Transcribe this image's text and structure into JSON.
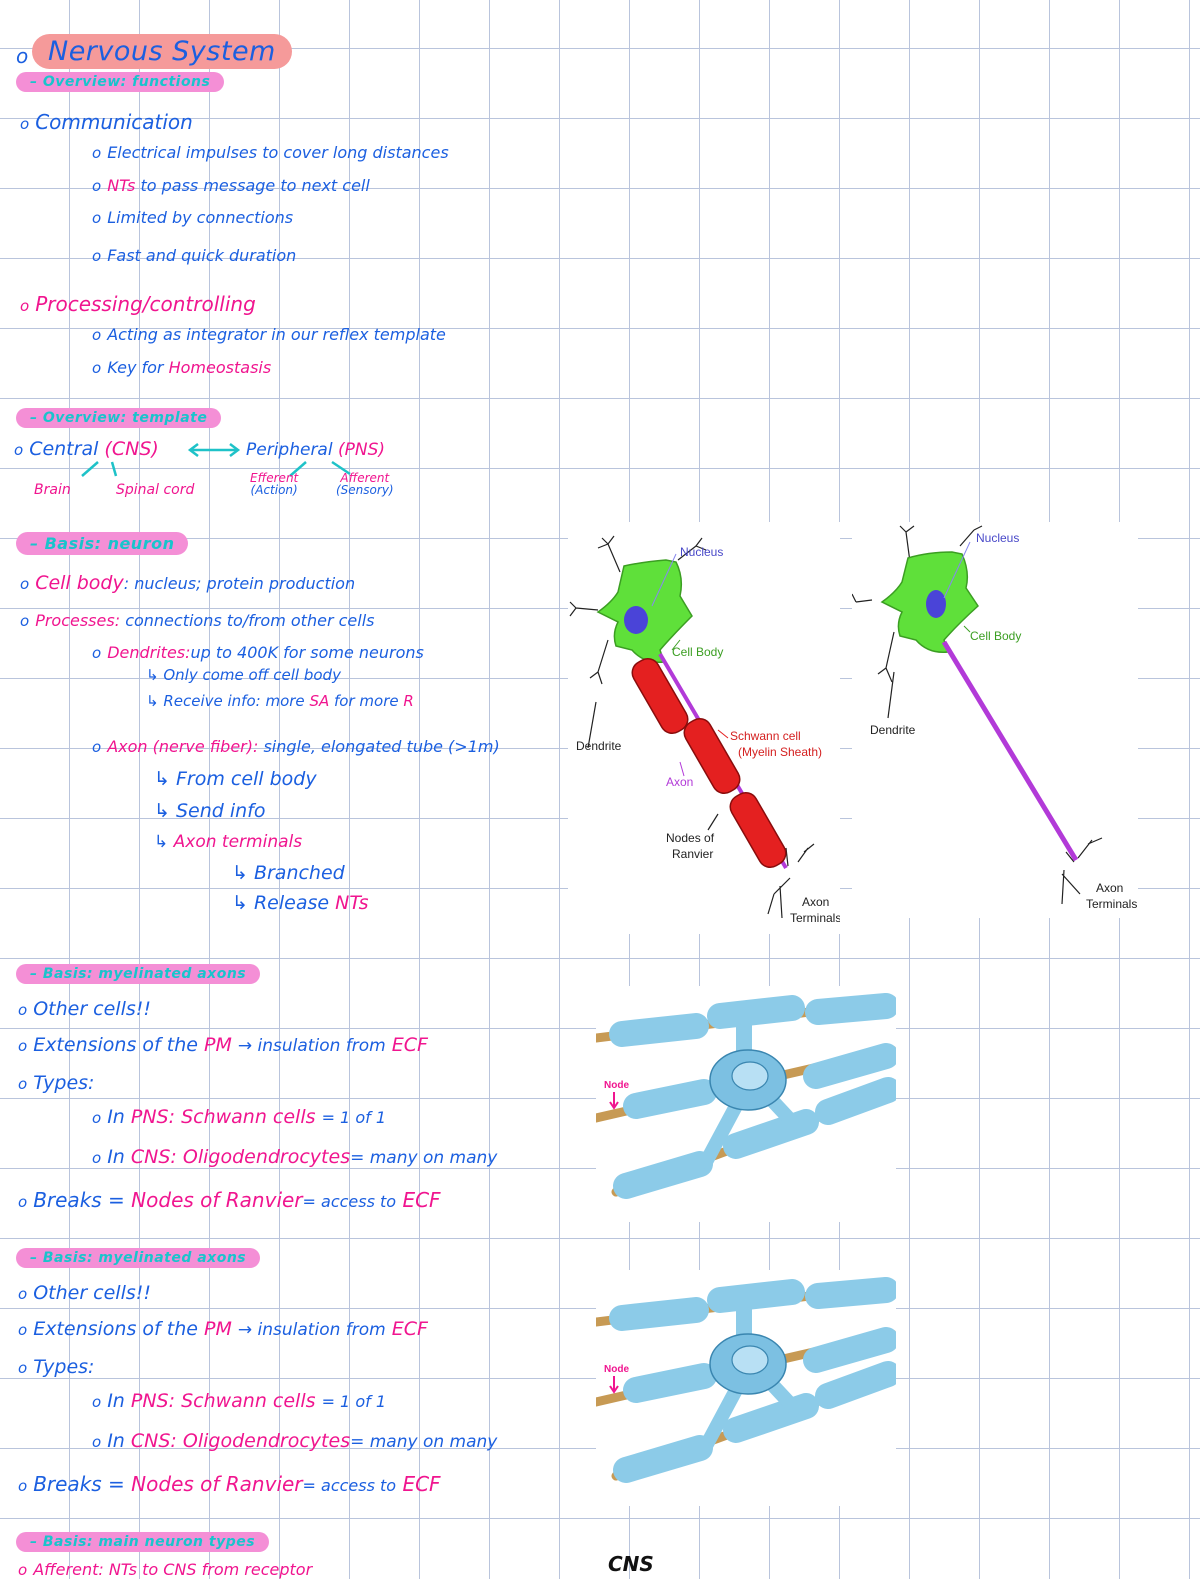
{
  "title": "Nervous System",
  "sections": {
    "overview_functions": "– Overview: functions",
    "overview_template": "– Overview: template",
    "basis_neuron": "– Basis: neuron",
    "basis_myelinated_1": "– Basis: myelinated axons",
    "basis_myelinated_2": "– Basis: myelinated axons",
    "basis_main_types": "– Basis: main neuron types"
  },
  "functions": {
    "communication": "Communication",
    "comm_items": [
      "Electrical impulses to cover long distances",
      "NTs",
      "to pass message to next cell",
      "Limited by connections",
      "Fast and quick duration"
    ],
    "processing": "Processing/controlling",
    "proc_item1": "Acting as integrator in our reflex template",
    "proc_item2_a": "Key for",
    "proc_item2_b": "Homeostasis"
  },
  "template": {
    "central": "Central",
    "cns": "(CNS)",
    "peripheral": "Peripheral",
    "pns": "(PNS)",
    "brain": "Brain",
    "spinal": "Spinal cord",
    "efferent": "Efferent",
    "efferent_sub": "(Action)",
    "afferent": "Afferent",
    "afferent_sub": "(Sensory)"
  },
  "neuron": {
    "cell_body_label": "Cell body",
    "cell_body_text": ": nucleus; protein production",
    "processes_label": "Processes:",
    "processes_text": "connections to/from other cells",
    "dendrites_label": "Dendrites:",
    "dendrites_text": "up to 400K for some neurons",
    "dend_sub1": "↳ Only come off cell body",
    "dend_sub2_a": "↳ Receive info: more",
    "dend_sub2_b": "SA",
    "dend_sub2_c": "for more",
    "dend_sub2_d": "R",
    "axon_label": "Axon (nerve fiber):",
    "axon_text": "single, elongated tube (>1m)",
    "axon_sub1": "↳ From cell body",
    "axon_sub2": "↳ Send info",
    "axon_sub3_a": "↳",
    "axon_sub3_b": "Axon terminals",
    "term_sub1": "↳ Branched",
    "term_sub2_a": "↳ Release",
    "term_sub2_b": "NTs"
  },
  "myelin": {
    "other_cells": "Other cells!!",
    "ext_a": "Extensions of the",
    "ext_pm": "PM",
    "ext_b": "→ insulation from",
    "ext_ecf": "ECF",
    "types": "Types:",
    "pns_a": "In",
    "pns_b": "PNS: Schwann cells",
    "pns_c": "= 1 of 1",
    "cns_a": "In",
    "cns_b": "CNS: Oligodendrocytes",
    "cns_c": "= many on many",
    "breaks_a": "Breaks =",
    "breaks_b": "Nodes of Ranvier",
    "breaks_c": "= access to",
    "breaks_d": "ECF"
  },
  "main_types": {
    "afferent_line": "Afferent: NTs to CNS from receptor",
    "cns_label": "CNS"
  },
  "diagram_neuron": {
    "nucleus": "Nucleus",
    "cell_body": "Cell Body",
    "schwann": "Schwann cell",
    "myelin": "(Myelin Sheath)",
    "axon": "Axon",
    "dendrite": "Dendrite",
    "nodes1": "Nodes of",
    "nodes2": "Ranvier",
    "axon_t1": "Axon",
    "axon_t2": "Terminals"
  },
  "diagram_neuron2": {
    "nucleus": "Nucleus",
    "cell_body": "Cell Body",
    "dendrite": "Dendrite",
    "axon_t1": "Axon",
    "axon_t2": "Terminals"
  },
  "diagram_oligo": {
    "node": "Node"
  },
  "colors": {
    "blue": "#1b5fe0",
    "pink": "#f0158f",
    "teal": "#1ec2c8",
    "highlight": "#f48fd6",
    "grid": "#b9c4dc"
  }
}
